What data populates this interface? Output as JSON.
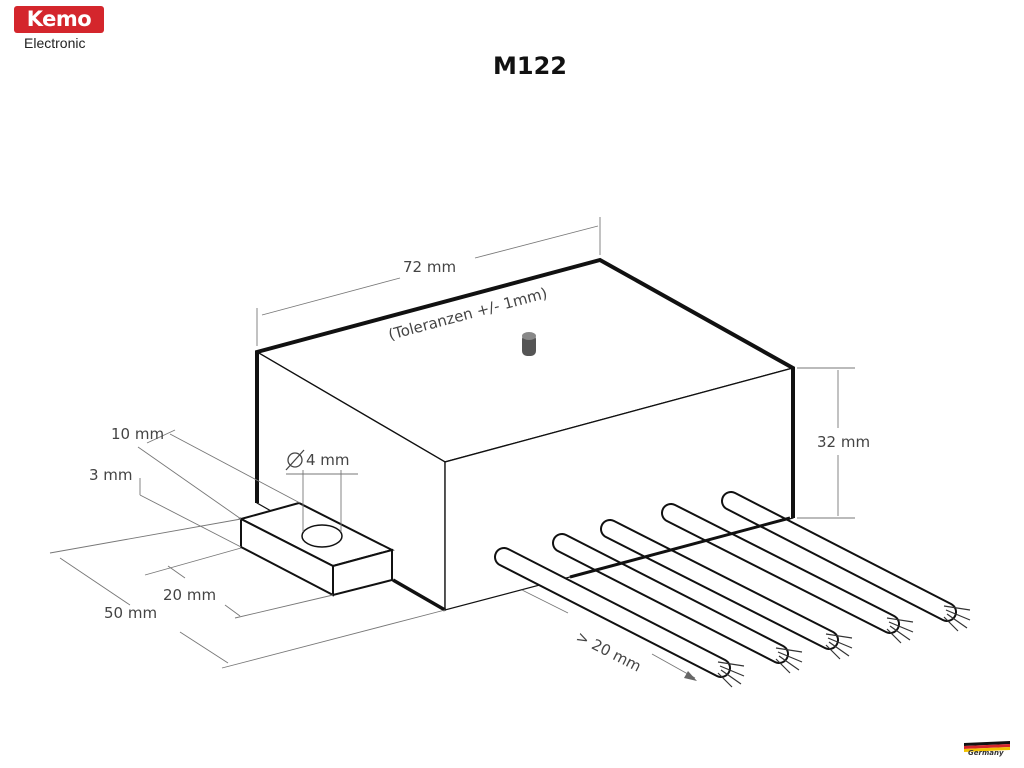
{
  "brand": {
    "name": "Kemo",
    "subtitle": "Electronic",
    "color": "#d4262c"
  },
  "title": "M122",
  "dimensions": {
    "length": "72 mm",
    "tolerance": "(Toleranzen +/- 1mm)",
    "height": "32 mm",
    "hole_diameter": "4 mm",
    "tab_offset": "10 mm",
    "tab_thickness": "3 mm",
    "tab_depth": "20 mm",
    "depth": "50 mm",
    "wire_length": "> 20 mm"
  },
  "footer": {
    "country": "Germany"
  }
}
